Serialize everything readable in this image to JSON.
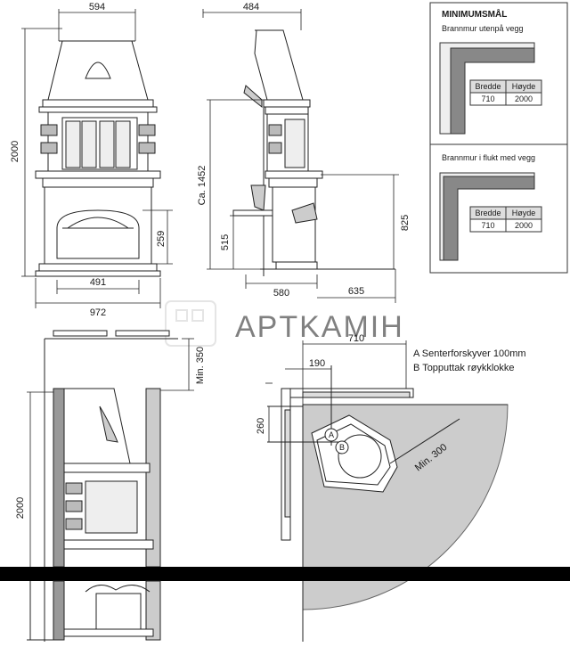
{
  "front": {
    "width_top": "594",
    "height_total": "2000",
    "dim_259": "259",
    "dim_491": "491",
    "width_base": "972"
  },
  "side": {
    "width_top": "484",
    "height_ca": "Ca. 1452",
    "dim_515": "515",
    "dim_825": "825",
    "dim_580": "580",
    "dim_635": "635"
  },
  "minimum": {
    "title": "MINIMUMSMÅL",
    "section1": "Brannmur utenpå vegg",
    "section2": "Brannmur i flukt med vegg",
    "col_width": "Bredde",
    "col_height": "Høyde",
    "width_val": "710",
    "height_val": "2000"
  },
  "watermark": "APTKAMIH",
  "bottom_left": {
    "min_350": "Min. 350",
    "height": "2000"
  },
  "plan": {
    "dim_710": "710",
    "dim_190": "190",
    "dim_260": "260",
    "min_300": "Min. 300",
    "label_a": "A",
    "label_b": "B",
    "legend_a": "A Senterforskyver 100mm",
    "legend_b": "B Topputtak røykklokke"
  }
}
